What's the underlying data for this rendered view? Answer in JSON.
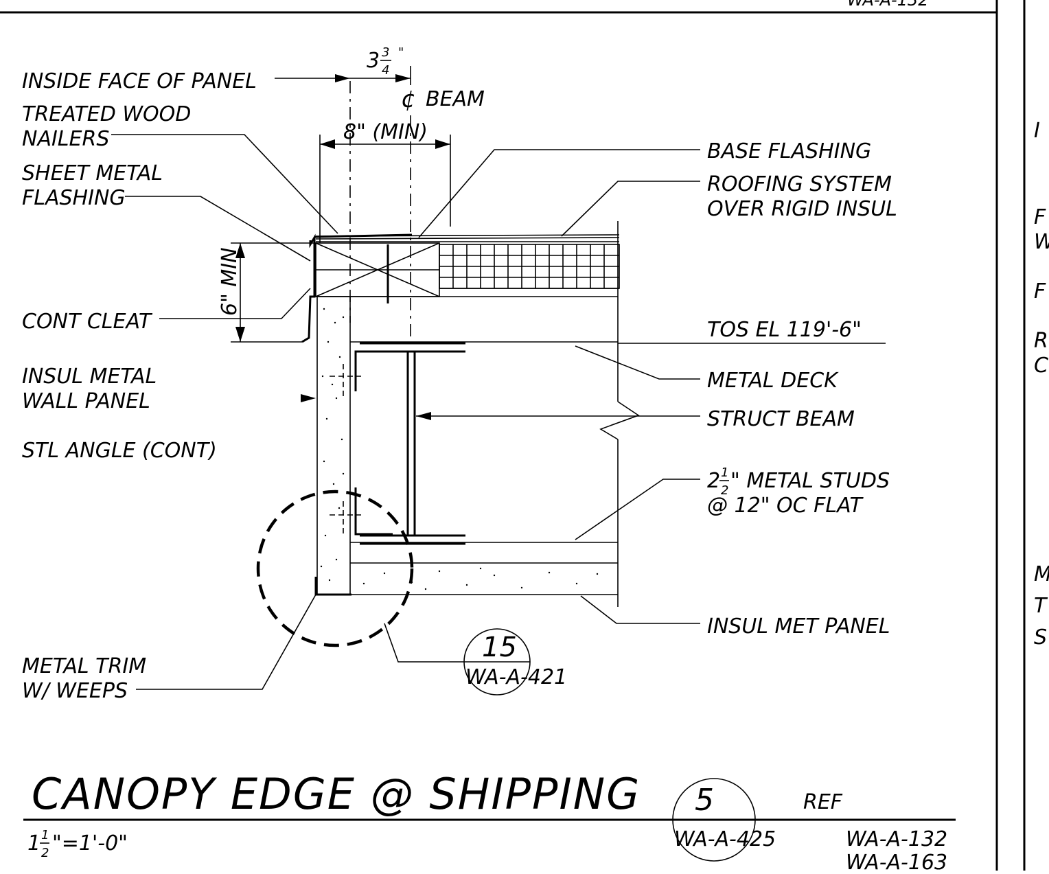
{
  "drawing": {
    "title": "CANOPY EDGE @ SHIPPING",
    "scale_whole": "1",
    "scale_num": "1",
    "scale_den": "2",
    "scale_rest": "\"=1'-0\"",
    "top_right_partial": "WA-A-132",
    "detail_ref": {
      "number": "5",
      "sheet": "WA-A-425"
    },
    "ref_label": "REF",
    "ref_sheets": [
      "WA-A-132",
      "WA-A-163"
    ],
    "section_callout": {
      "number": "15",
      "sheet": "WA-A-421"
    }
  },
  "labels_left": {
    "inside_face": "INSIDE FACE OF PANEL",
    "treated_wood_1": "TREATED WOOD",
    "treated_wood_2": "NAILERS",
    "sheet_metal_1": "SHEET METAL",
    "sheet_metal_2": "FLASHING",
    "cont_cleat": "CONT CLEAT",
    "insul_wall_1": "INSUL METAL",
    "insul_wall_2": "WALL PANEL",
    "stl_angle": "STL ANGLE (CONT)",
    "metal_trim_1": "METAL TRIM",
    "metal_trim_2": "W/ WEEPS"
  },
  "labels_right": {
    "base_flashing": "BASE FLASHING",
    "roofing_1": "ROOFING SYSTEM",
    "roofing_2": "OVER RIGID INSUL",
    "tos_el": "TOS EL 119'-6\"",
    "metal_deck": "METAL DECK",
    "struct_beam": "STRUCT BEAM",
    "studs_whole": "2",
    "studs_num": "1",
    "studs_den": "2",
    "studs_1_rest": "\" METAL STUDS",
    "studs_2": "@ 12\" OC FLAT",
    "insul_met_panel": "INSUL MET PANEL"
  },
  "dimensions": {
    "three_quarter_whole": "3",
    "three_quarter_num": "3",
    "three_quarter_den": "4",
    "three_quarter_inch": "\"",
    "cl_beam": "BEAM",
    "eight_min": "8\" (MIN)",
    "six_min": "6\" MIN"
  },
  "adjacent_partial_letters": [
    "I",
    "F",
    "W",
    "F",
    "R",
    "C",
    "M",
    "T",
    "S"
  ]
}
